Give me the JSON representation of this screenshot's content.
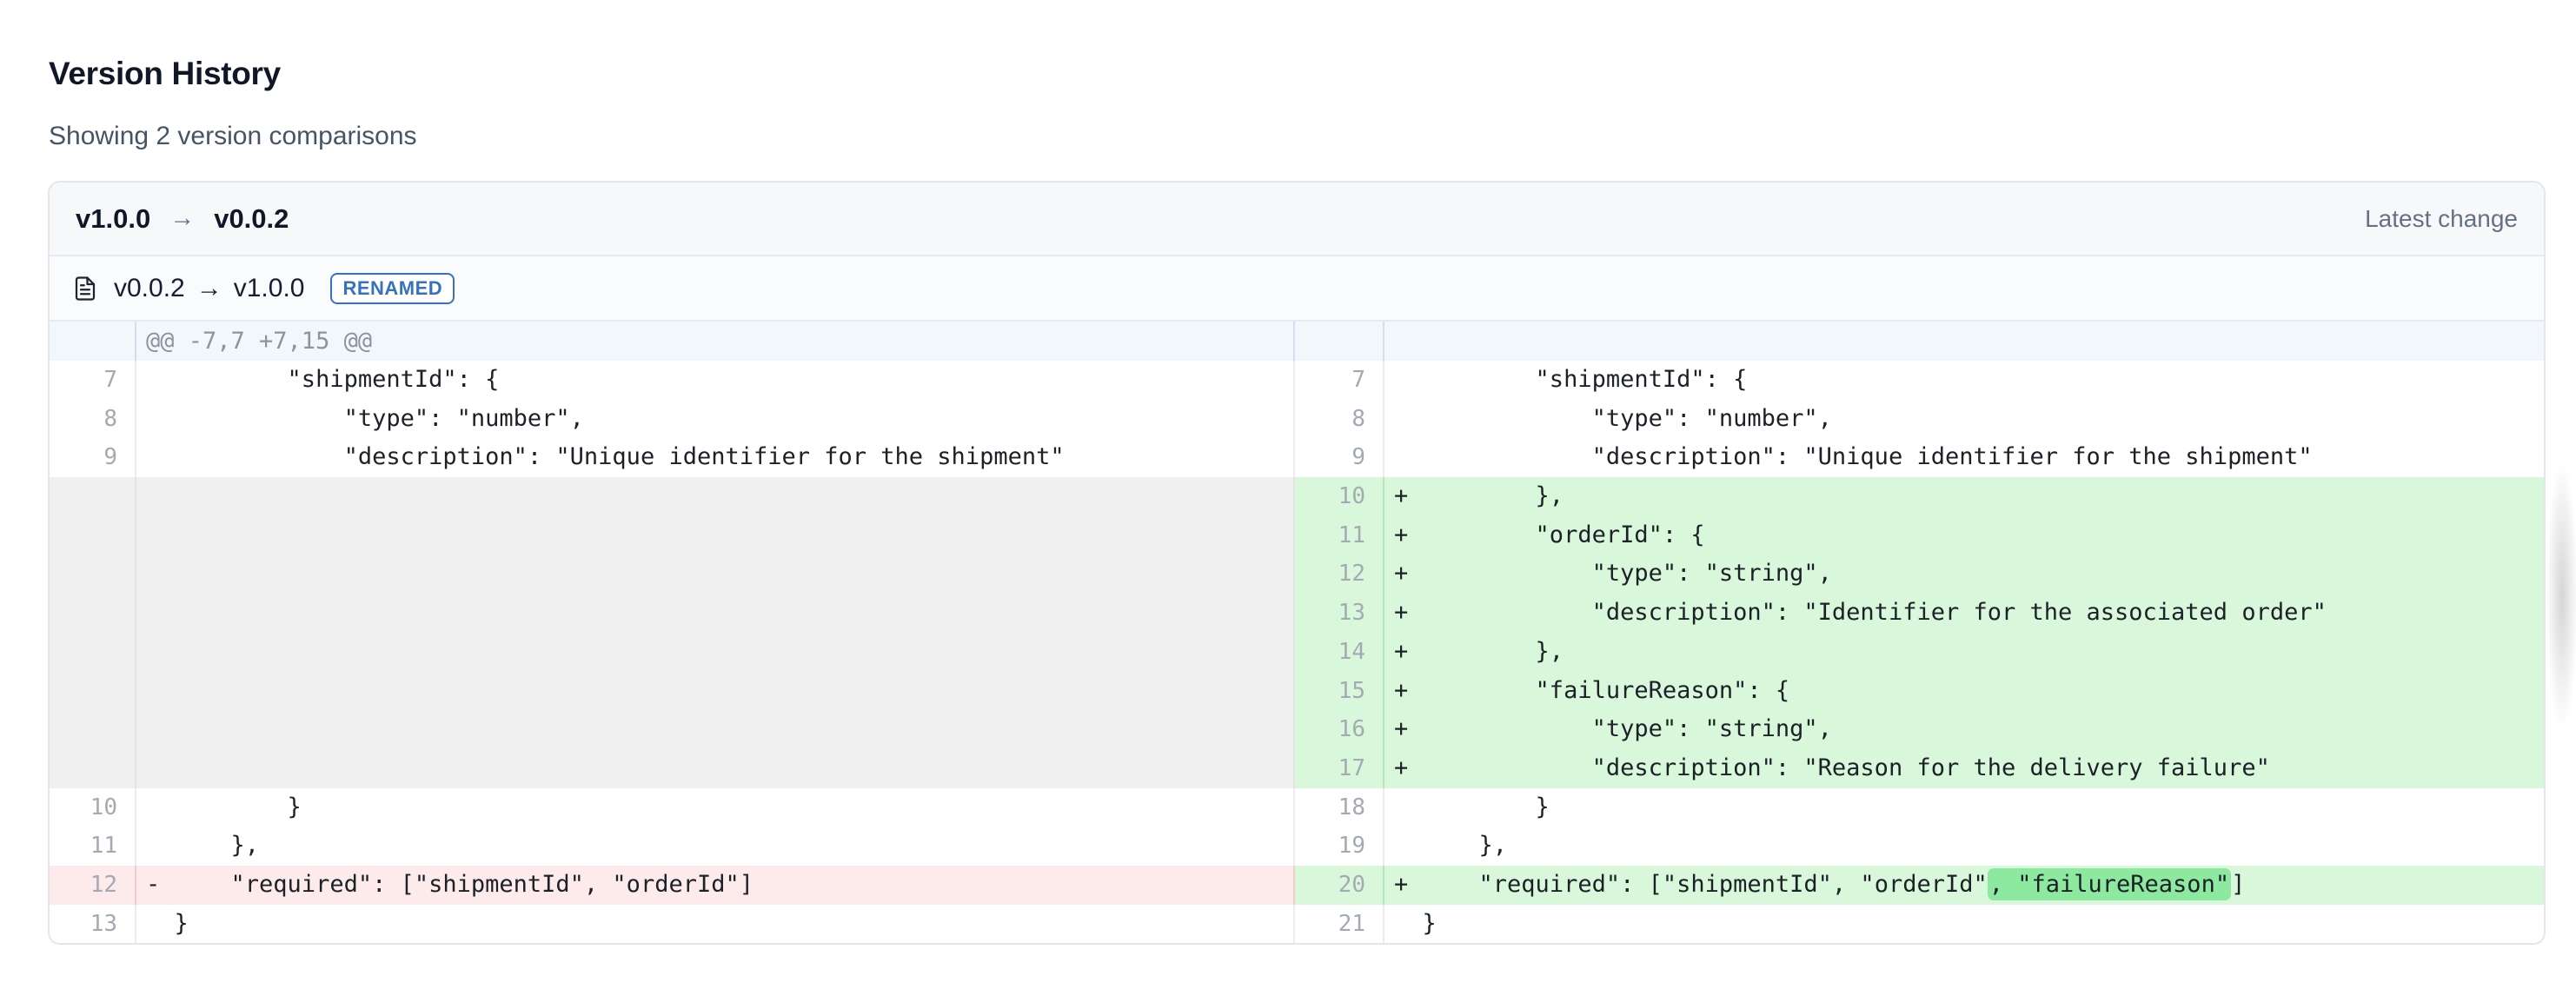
{
  "page": {
    "title": "Version History",
    "subtitle": "Showing 2 version comparisons"
  },
  "card": {
    "header": {
      "version_from": "v1.0.0",
      "arrow": "→",
      "version_to": "v0.0.2",
      "meta_label": "Latest change"
    },
    "file_header": {
      "icon": "file-document-icon",
      "version_from": "v0.0.2",
      "arrow": "→",
      "version_to": "v1.0.0",
      "badge": "RENAMED"
    },
    "diff": {
      "hunk_header": "@@ -7,7 +7,15 @@",
      "rows": [
        {
          "type": "context",
          "left_num": "7",
          "right_num": "7",
          "code": "        \"shipmentId\": {"
        },
        {
          "type": "context",
          "left_num": "8",
          "right_num": "8",
          "code": "            \"type\": \"number\","
        },
        {
          "type": "context",
          "left_num": "9",
          "right_num": "9",
          "code": "            \"description\": \"Unique identifier for the shipment\""
        },
        {
          "type": "addition",
          "right_num": "10",
          "code": "        },"
        },
        {
          "type": "addition",
          "right_num": "11",
          "code": "        \"orderId\": {"
        },
        {
          "type": "addition",
          "right_num": "12",
          "code": "            \"type\": \"string\","
        },
        {
          "type": "addition",
          "right_num": "13",
          "code": "            \"description\": \"Identifier for the associated order\""
        },
        {
          "type": "addition",
          "right_num": "14",
          "code": "        },"
        },
        {
          "type": "addition",
          "right_num": "15",
          "code": "        \"failureReason\": {"
        },
        {
          "type": "addition",
          "right_num": "16",
          "code": "            \"type\": \"string\","
        },
        {
          "type": "addition",
          "right_num": "17",
          "code": "            \"description\": \"Reason for the delivery failure\""
        },
        {
          "type": "context",
          "left_num": "10",
          "right_num": "18",
          "code": "        }"
        },
        {
          "type": "context",
          "left_num": "11",
          "right_num": "19",
          "code": "    },"
        },
        {
          "type": "change",
          "left_num": "12",
          "right_num": "20",
          "left_code": "    \"required\": [\"shipmentId\", \"orderId\"]",
          "right_segments": [
            {
              "text": "    \"required\": [\"shipmentId\", \"orderId\""
            },
            {
              "text": ", \"failureReason\"",
              "highlight": true
            },
            {
              "text": "]"
            }
          ]
        },
        {
          "type": "context",
          "left_num": "13",
          "right_num": "21",
          "code": "}"
        }
      ]
    }
  },
  "colors": {
    "addition_bg": "#d9f7db",
    "deletion_bg": "#fcebea",
    "word_highlight_bg": "#8ce99f",
    "hunk_bg": "#f2f7fc",
    "placeholder_bg": "#f0f0f0",
    "badge_accent": "#3672bd"
  }
}
